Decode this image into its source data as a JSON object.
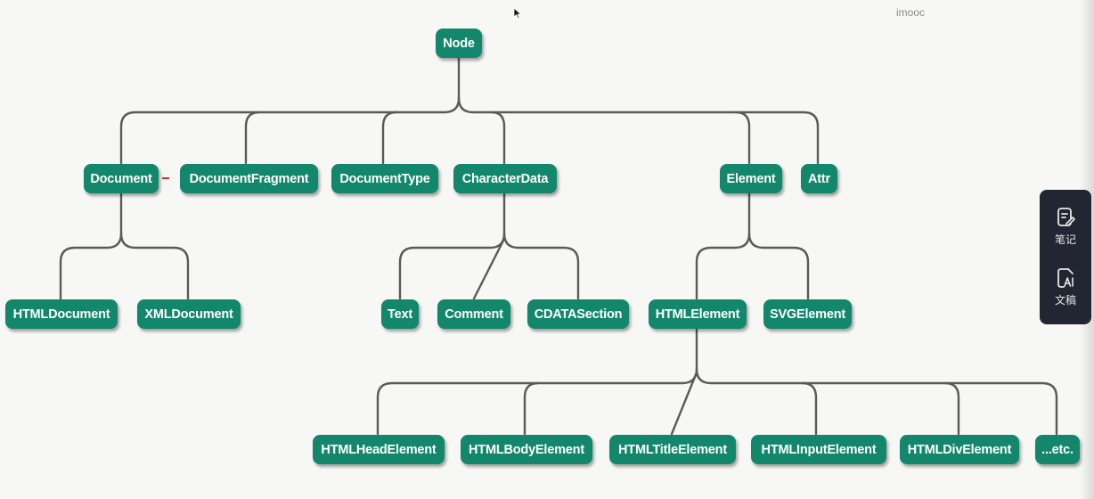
{
  "watermark": "imooc",
  "tree": {
    "root": "Node",
    "level1": [
      "Document",
      "DocumentFragment",
      "DocumentType",
      "CharacterData",
      "Element",
      "Attr"
    ],
    "document_children": [
      "HTMLDocument",
      "XMLDocument"
    ],
    "characterdata_children": [
      "Text",
      "Comment",
      "CDATASection"
    ],
    "element_children": [
      "HTMLElement",
      "SVGElement"
    ],
    "htmlelement_children": [
      "HTMLHeadElement",
      "HTMLBodyElement",
      "HTMLTitleElement",
      "HTMLInputElement",
      "HTMLDivElement",
      "...etc."
    ]
  },
  "side_panel": {
    "notes_label": "笔记",
    "notes_icon": "note-edit-icon",
    "manuscript_label": "文稿",
    "manuscript_icon": "ai-document-icon"
  },
  "colors": {
    "node_fill": "#12876b",
    "connector": "#5a5a5a",
    "panel_bg": "#222633"
  }
}
